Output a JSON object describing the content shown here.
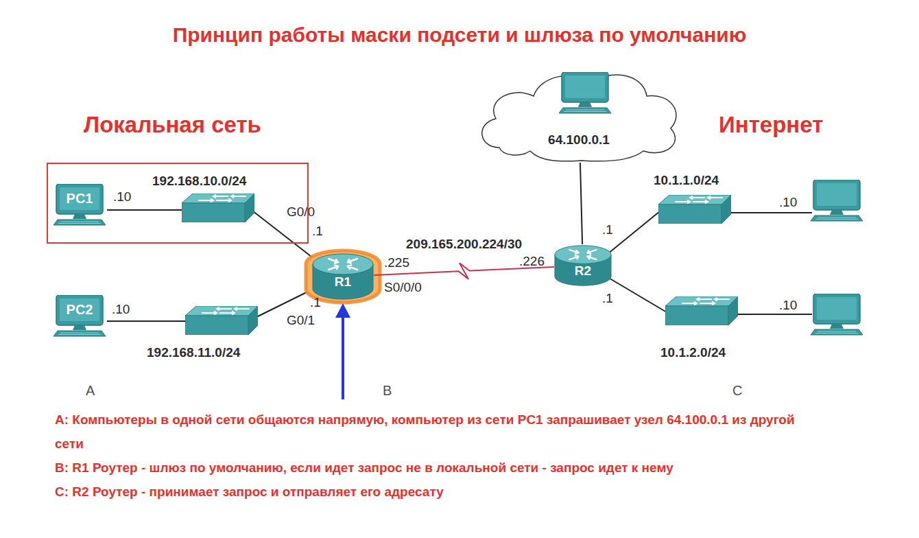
{
  "diagram": {
    "title": "Принцип работы маски подсети и шлюза по умолчанию",
    "nodes": [
      {
        "text": [
          "64.100.0.1"
        ]
      },
      {
        "text": [
          "192.168.10.0/24"
        ]
      },
      {
        "text": [
          "PC1"
        ],
        "in": 1
      },
      {
        "text": [
          "R1"
        ]
      },
      {
        "text": [
          "R2"
        ]
      },
      {
        "text": [
          "PC2"
        ]
      }
    ],
    "edges": [
      {
        "from": 3,
        "to": 4,
        "arrow": "none",
        "label": "209.165.200.224/30"
      },
      {
        "from": 0,
        "to": 4,
        "arrow": "none"
      }
    ],
    "labels": [
      "Локальная сеть",
      "Интернет",
      ".10",
      "G0/0",
      ".1",
      ".225",
      "S0/0/0",
      ".226",
      ".1",
      "G0/1",
      ".10",
      "192.168.11.0/24",
      "10.1.1.0/24",
      ".1",
      ".10",
      ".1",
      ".10",
      "10.1.2.0/24",
      "A",
      "B",
      "C",
      "A: Компьютеры в одной сети общаются напрямую, компьютер из сети PC1 запрашивает узел 64.100.0.1 из другой сети",
      "B: R1 Роутер - шлюз по умолчанию, если идет запрос не в локальной сети - запрос идет к нему",
      "C: R2 Роутер - принимает запрос и отправляет его адресату"
    ]
  }
}
